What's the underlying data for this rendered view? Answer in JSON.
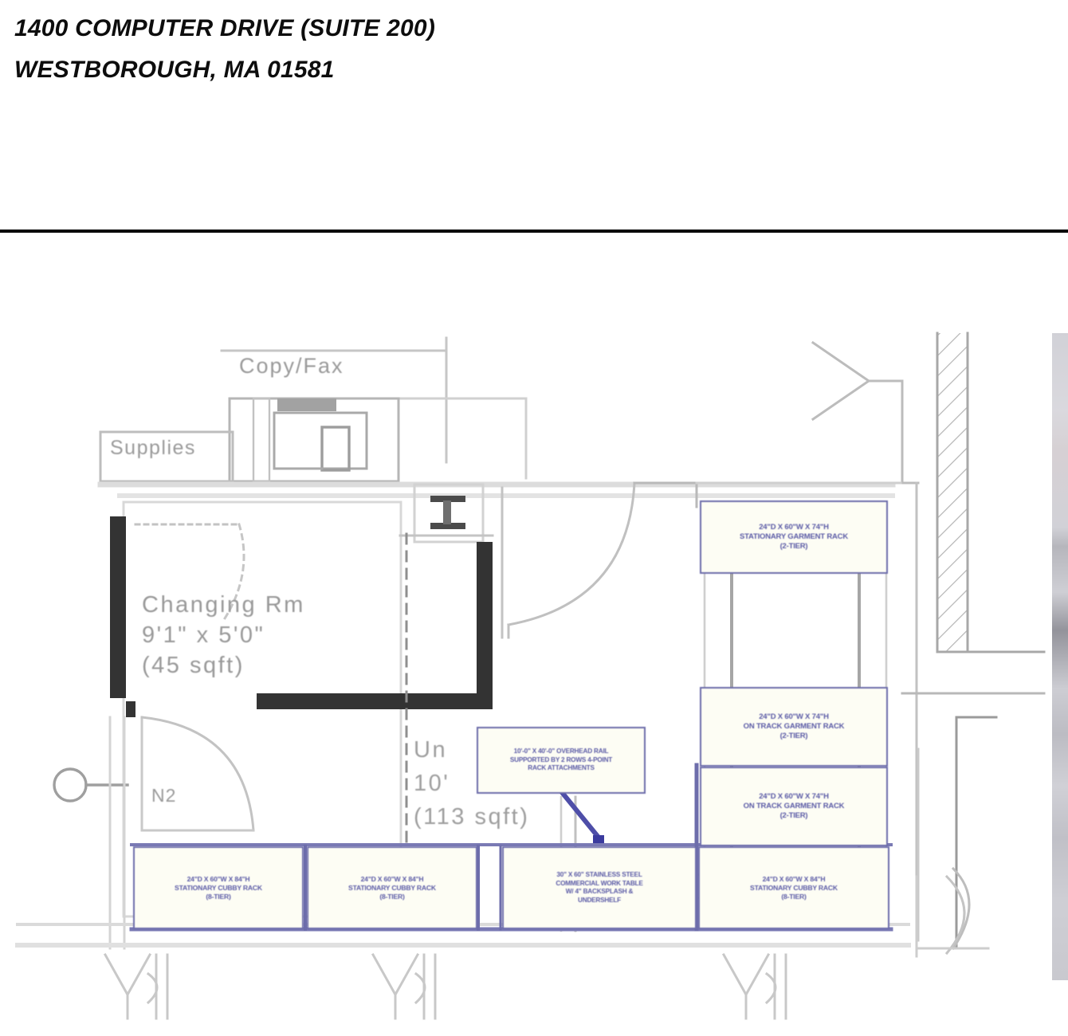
{
  "header": {
    "line1": "1400 COMPUTER DRIVE (SUITE 200)",
    "line2": "WESTBOROUGH, MA 01581"
  },
  "plan": {
    "room_labels": {
      "copy_fax": "Copy/Fax",
      "supplies": "Supplies",
      "changing_room": "Changing Rm\n9'1\" x 5'0\"\n(45 sqft)",
      "unit_room": "Un\n10'\n(113 sqft)",
      "door_tag_n2": "N2"
    },
    "callouts": [
      {
        "id": "garment-rack-top",
        "lines": [
          "24\"D X 60\"W X 74\"H",
          "STATIONARY GARMENT RACK",
          "(2-TIER)"
        ]
      },
      {
        "id": "garment-rack-track-1",
        "lines": [
          "24\"D X 60\"W X 74\"H",
          "ON TRACK GARMENT RACK",
          "(2-TIER)"
        ]
      },
      {
        "id": "garment-rack-track-2",
        "lines": [
          "24\"D X 60\"W X 74\"H",
          "ON TRACK GARMENT RACK",
          "(2-TIER)"
        ]
      },
      {
        "id": "overhead-note",
        "lines": [
          "10'-0\" X 40'-0\" OVERHEAD RAIL",
          "SUPPORTED BY 2 ROWS 4-POINT",
          "RACK ATTACHMENTS"
        ]
      },
      {
        "id": "stationary-cubby-1",
        "lines": [
          "24\"D X 60\"W X 84\"H",
          "STATIONARY CUBBY RACK",
          "(8-TIER)"
        ]
      },
      {
        "id": "stationary-cubby-2",
        "lines": [
          "24\"D X 60\"W X 84\"H",
          "STATIONARY CUBBY RACK",
          "(8-TIER)"
        ]
      },
      {
        "id": "work-table",
        "lines": [
          "30\" X 60\" STAINLESS STEEL",
          "COMMERCIAL WORK TABLE",
          "W/ 4\" BACKSPLASH &",
          "UNDERSHELF"
        ]
      },
      {
        "id": "stationary-cubby-3",
        "lines": [
          "24\"D X 60\"W X 84\"H",
          "STATIONARY CUBBY RACK",
          "(8-TIER)"
        ]
      }
    ]
  },
  "colors": {
    "callout_border": "#6d6dab",
    "callout_text": "#5b5ba6",
    "callout_fill": "#fdfdf4",
    "heavy_wall": "#333333",
    "light_wall": "#b8b8b8",
    "plan_text": "#999999",
    "divider": "#000000"
  }
}
